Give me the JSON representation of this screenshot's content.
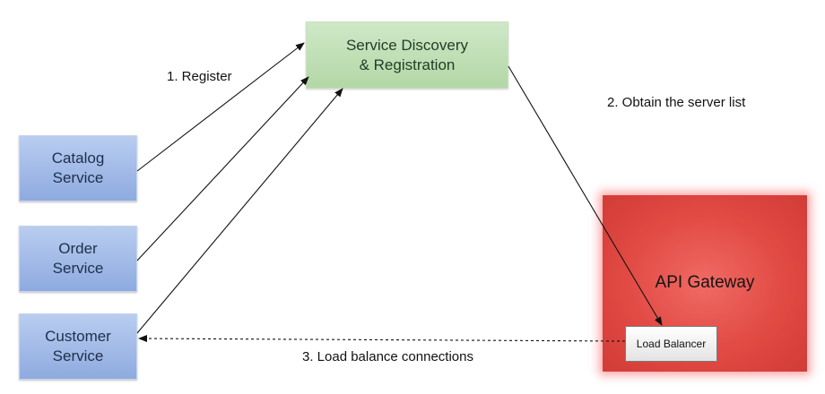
{
  "nodes": {
    "catalog": "Catalog\nService",
    "order": "Order\nService",
    "customer": "Customer\nService",
    "discovery": "Service Discovery\n& Registration",
    "gateway": "API Gateway",
    "load_balancer": "Load Balancer"
  },
  "edge_labels": {
    "register": "1. Register",
    "obtain": "2. Obtain the server list",
    "balance": "3. Load balance connections"
  }
}
